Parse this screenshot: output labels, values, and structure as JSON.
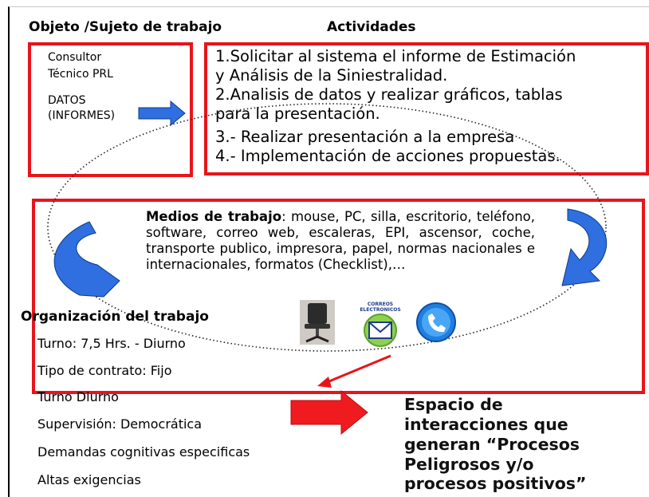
{
  "headers": {
    "objeto": "Objeto /Sujeto de trabajo",
    "actividades": "Actividades"
  },
  "objeto_box": {
    "line1": "Consultor",
    "line2": "Técnico PRL",
    "line3": "DATOS",
    "line4": "(INFORMES)"
  },
  "actividades": [
    "1.Solicitar al sistema el informe de Estimación",
    "y Análisis de la Siniestralidad.",
    "2.Analisis de datos y realizar gráficos, tablas",
    "para la presentación.",
    "3.- Realizar presentación a la empresa",
    "4.- Implementación de acciones propuestas."
  ],
  "medios": {
    "label": "Medios de trabajo",
    "text": ": mouse, PC, silla, escritorio, teléfono, software, correo web, escaleras, EPI, ascensor, coche, transporte publico, impresora, papel, normas nacionales e internacionales, formatos (Checklist),…"
  },
  "organizacion": {
    "title": "Organización del trabajo",
    "items": [
      "Turno: 7,5 Hrs. - Diurno",
      "Tipo de contrato: Fijo",
      "Turno Diurno",
      "Supervisión: Democrática",
      "Demandas cognitivas especificas",
      "Altas exigencias"
    ]
  },
  "espacio": [
    "Espacio de",
    "interacciones que",
    "generan “Procesos",
    "Peligrosos y/o",
    "procesos positivos”"
  ],
  "icons": {
    "chair": "office-chair-icon",
    "mail": "email-icon",
    "mail_label_1": "CORREOS",
    "mail_label_2": "ELECTRONICOS",
    "phone": "telephone-icon"
  },
  "colors": {
    "box_border": "#e8141b",
    "blue_arrow": "#2f6fe0",
    "red_arrow": "#e8141b"
  }
}
